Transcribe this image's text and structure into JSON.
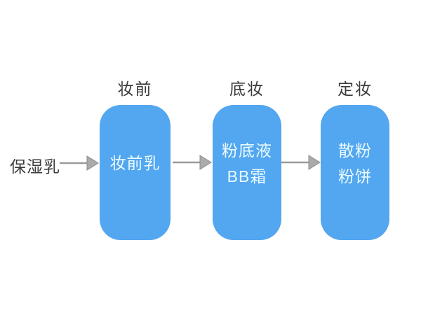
{
  "diagram": {
    "title_semantic": "makeup-steps-flowchart",
    "start": {
      "label": "保湿乳"
    },
    "stages": [
      {
        "header": "妆前",
        "lines": [
          "妆前乳"
        ]
      },
      {
        "header": "底妆",
        "lines": [
          "粉底液",
          "BB霜"
        ]
      },
      {
        "header": "定妆",
        "lines": [
          "散粉",
          "粉饼"
        ]
      }
    ],
    "arrows": [
      {
        "from": "保湿乳",
        "to": "妆前乳"
      },
      {
        "from": "妆前乳",
        "to": "粉底液 BB霜"
      },
      {
        "from": "粉底液 BB霜",
        "to": "散粉 粉饼"
      }
    ],
    "colors": {
      "background": "#FFFFFF",
      "box_fill": "#53A6F0",
      "box_text": "#EAFBFF",
      "label_text": "#3B3B3B",
      "arrow": "#9B9B9B"
    }
  }
}
